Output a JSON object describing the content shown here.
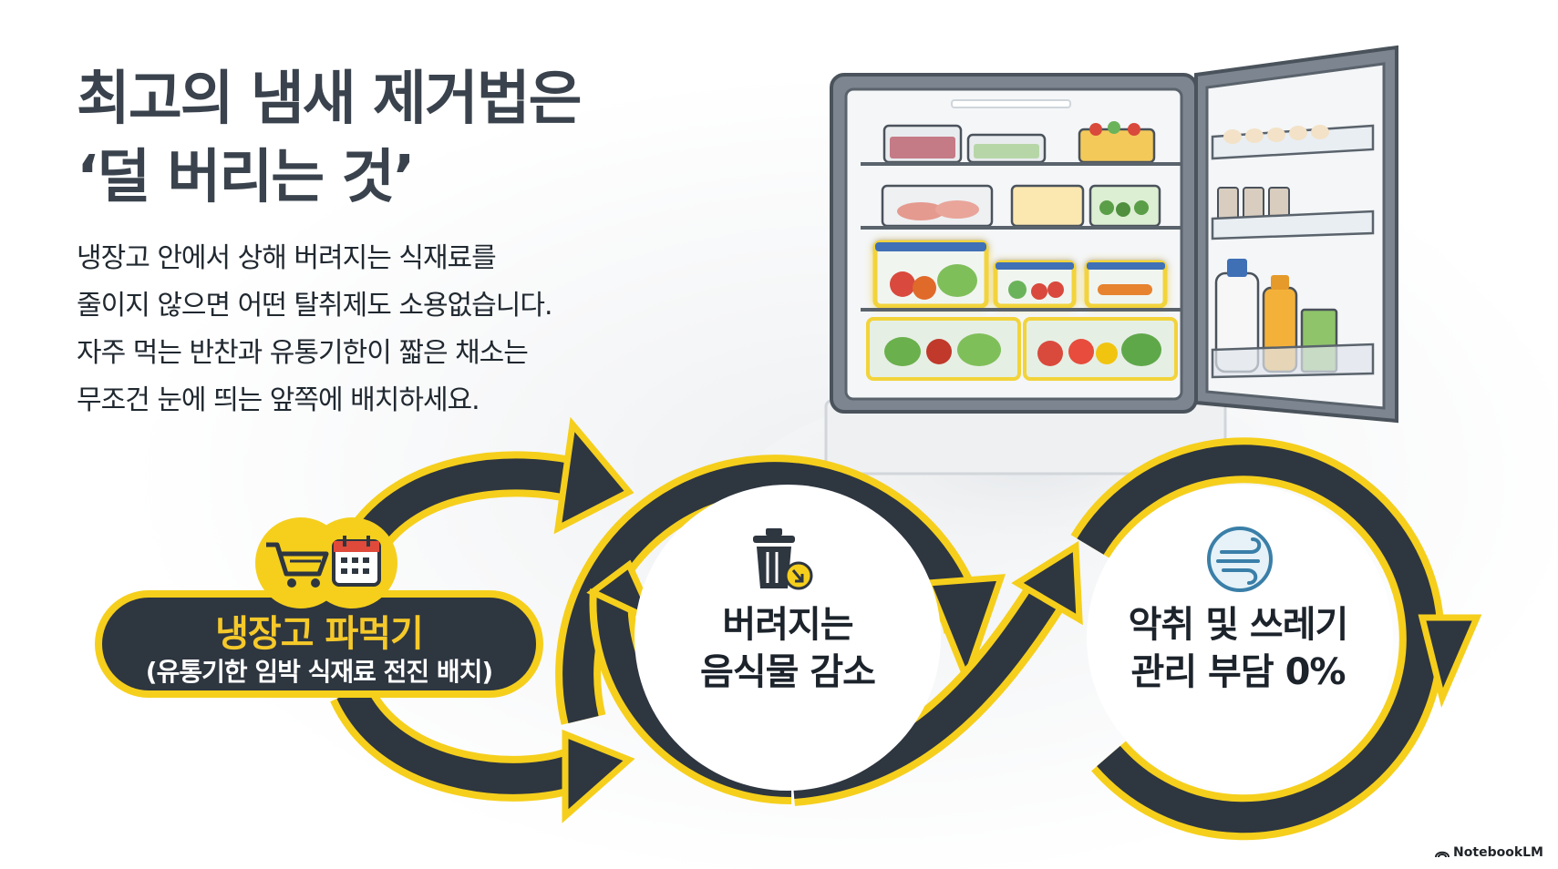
{
  "title": {
    "line1": "최고의 냄새 제거법은",
    "line2": "‘덜 버리는 것’"
  },
  "body": {
    "line1": "냉장고 안에서 상해 버려지는 식재료를",
    "line2": "줄이지 않으면 어떤 탈취제도 소용없습니다.",
    "line3": "자주 먹는 반찬과 유통기한이 짧은 채소는",
    "line4": "무조건 눈에 띄는 앞쪽에 배치하세요."
  },
  "cycle": {
    "step1": {
      "title": "냉장고 파먹기",
      "subtitle": "(유통기한 임박 식재료 전진 배치)",
      "icons": [
        "shopping-cart-icon",
        "calendar-icon"
      ]
    },
    "step2": {
      "line1": "버려지는",
      "line2": "음식물 감소",
      "icon": "trash-can-icon"
    },
    "step3": {
      "line1": "악취 및 쓰레기",
      "line2": "관리 부담 0%",
      "icon": "fresh-air-icon"
    }
  },
  "brand": {
    "label": "NotebookLM"
  },
  "colors": {
    "dark": "#2e3640",
    "yellow": "#f5cf1c",
    "fridge": "#6e7782",
    "highlight": "#f2d33a"
  }
}
